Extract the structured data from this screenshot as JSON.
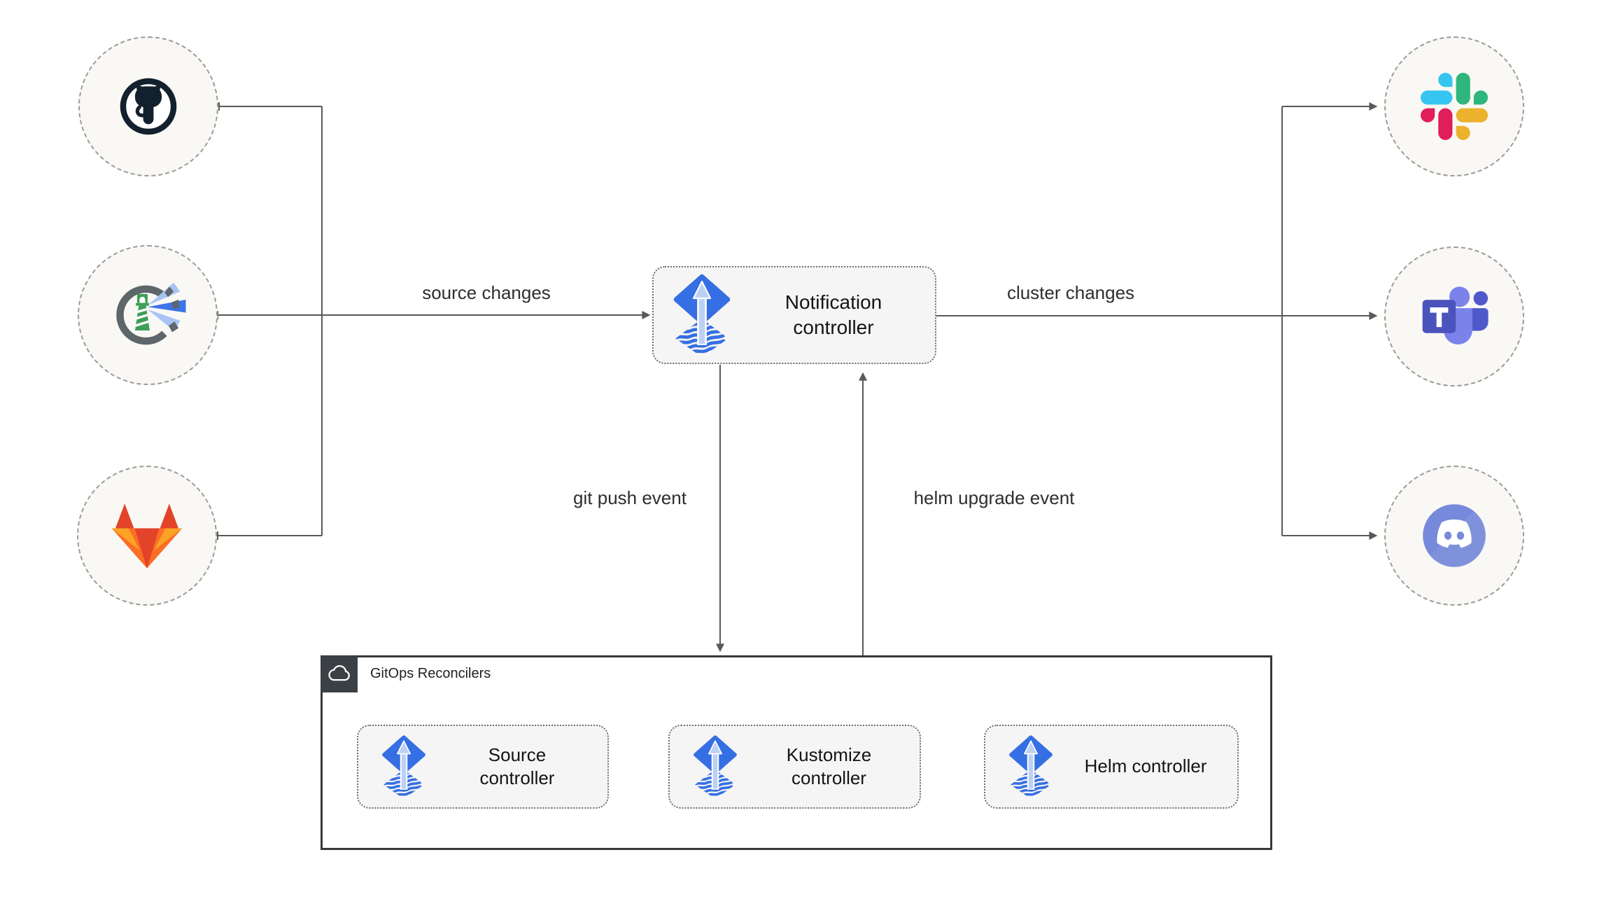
{
  "diagram": {
    "sources": [
      {
        "name": "GitHub",
        "icon": "github-icon"
      },
      {
        "name": "Harbor",
        "icon": "harbor-icon"
      },
      {
        "name": "GitLab",
        "icon": "gitlab-icon"
      }
    ],
    "targets": [
      {
        "name": "Slack",
        "icon": "slack-icon"
      },
      {
        "name": "Microsoft Teams",
        "icon": "teams-icon"
      },
      {
        "name": "Discord",
        "icon": "discord-icon"
      }
    ],
    "notification_controller": {
      "label": "Notification controller",
      "icon": "flux-icon"
    },
    "edge_labels": {
      "source_changes": "source changes",
      "cluster_changes": "cluster changes",
      "git_push": "git push event",
      "helm_upgrade": "helm upgrade event"
    },
    "reconcilers": {
      "title": "GitOps Reconcilers",
      "icon": "cloud-icon",
      "controllers": [
        {
          "label": "Source controller",
          "icon": "flux-icon"
        },
        {
          "label": "Kustomize controller",
          "icon": "flux-icon"
        },
        {
          "label": "Helm controller",
          "icon": "flux-icon"
        }
      ]
    },
    "colors": {
      "line": "#595959",
      "flux_blue": "#356fe3",
      "flux_arrow_light": "#bdd0f5",
      "box_fill": "#f5f5f5",
      "box_border": "#6f6f6f",
      "circle_fill": "#f9f8f4",
      "circle_border": "#9b9b9b",
      "container_border": "#383838",
      "header_fill": "#3b4045",
      "label_text": "#2e2e2e",
      "github_dark": "#13202d",
      "harbor_green": "#3d9e57",
      "harbor_gray": "#5d666a",
      "gitlab_red": "#e24329",
      "gitlab_orange": "#fc6d26",
      "gitlab_yellow": "#fca326",
      "slack_blue": "#36C5F0",
      "slack_green": "#2EB67D",
      "slack_red": "#E01E5A",
      "slack_yellow": "#ECB22E",
      "teams_light": "#7b83eb",
      "teams_dark": "#5059c9",
      "teams_square": "#4b53bc",
      "discord_blurple": "#7789da"
    }
  }
}
